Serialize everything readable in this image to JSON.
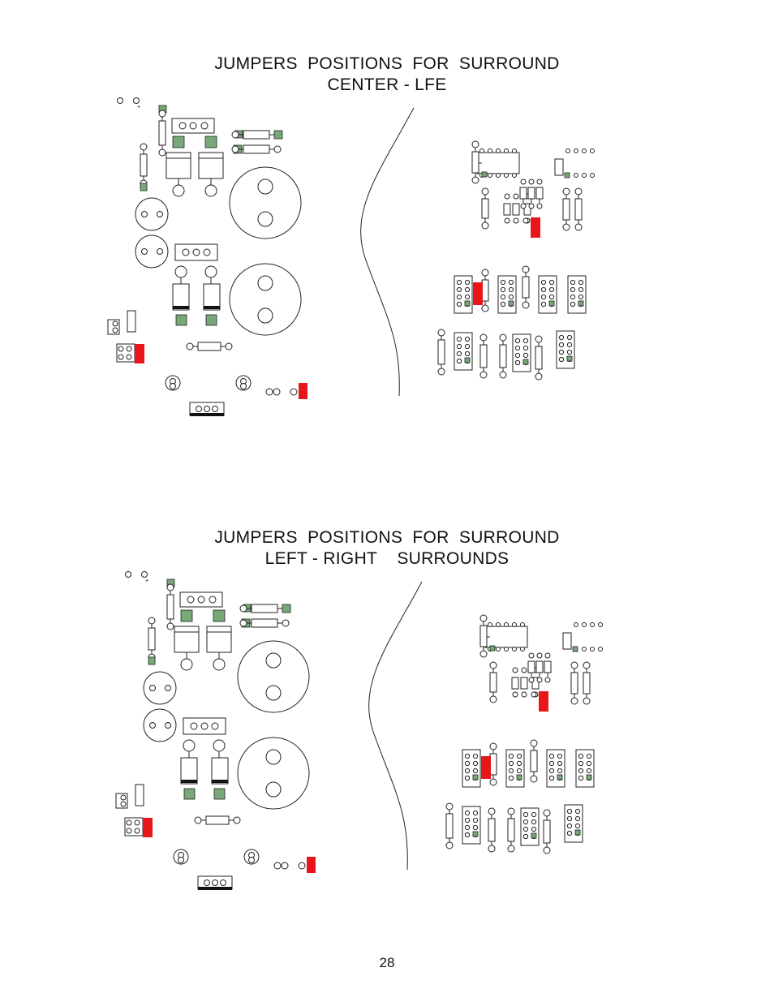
{
  "section_top": {
    "title_line1": "JUMPERS  POSITIONS  FOR  SURROUND",
    "title_line2": "CENTER - LFE"
  },
  "section_bottom": {
    "title_line1": "JUMPERS  POSITIONS  FOR  SURROUND",
    "title_line2": "LEFT - RIGHT    SURROUNDS"
  },
  "page_number": "28",
  "colors": {
    "jumper": "#e8161b",
    "pad": "#77a877",
    "ink": "#222222"
  }
}
